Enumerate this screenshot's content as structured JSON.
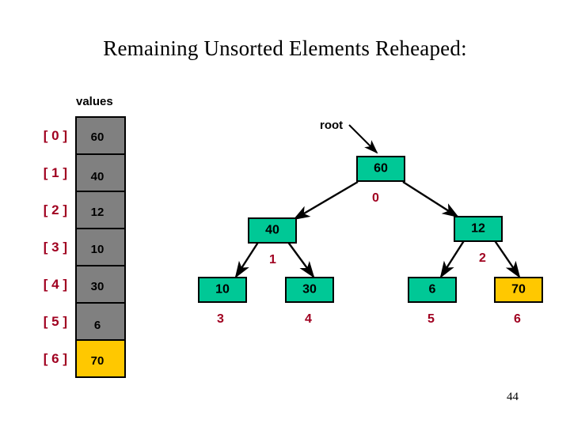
{
  "slide": {
    "title": "Remaining Unsorted Elements Reheaped:",
    "page_number": "44",
    "colors": {
      "node_fill": "#00C896",
      "node_highlight_fill": "#FFC800",
      "array_fill": "#808080",
      "array_highlight_fill": "#FFC800",
      "index_label": "#A00020",
      "border": "#000000",
      "background": "#FFFFFF"
    }
  },
  "array": {
    "header": "values",
    "cells": [
      {
        "index": "[ 0 ]",
        "value": "60",
        "highlight": false
      },
      {
        "index": "[ 1 ]",
        "value": "40",
        "highlight": false
      },
      {
        "index": "[ 2 ]",
        "value": "12",
        "highlight": false
      },
      {
        "index": "[ 3 ]",
        "value": "10",
        "highlight": false
      },
      {
        "index": "[ 4 ]",
        "value": "30",
        "highlight": false
      },
      {
        "index": "[ 5 ]",
        "value": "6",
        "highlight": false
      },
      {
        "index": "[ 6 ]",
        "value": "70",
        "highlight": true
      }
    ]
  },
  "tree": {
    "root_label": "root",
    "nodes": [
      {
        "value": "60",
        "index": "0",
        "highlight": false
      },
      {
        "value": "40",
        "index": "1",
        "highlight": false
      },
      {
        "value": "12",
        "index": "2",
        "highlight": false
      },
      {
        "value": "10",
        "index": "3",
        "highlight": false
      },
      {
        "value": "30",
        "index": "4",
        "highlight": false
      },
      {
        "value": "6",
        "index": "5",
        "highlight": false
      },
      {
        "value": "70",
        "index": "6",
        "highlight": true
      }
    ]
  }
}
